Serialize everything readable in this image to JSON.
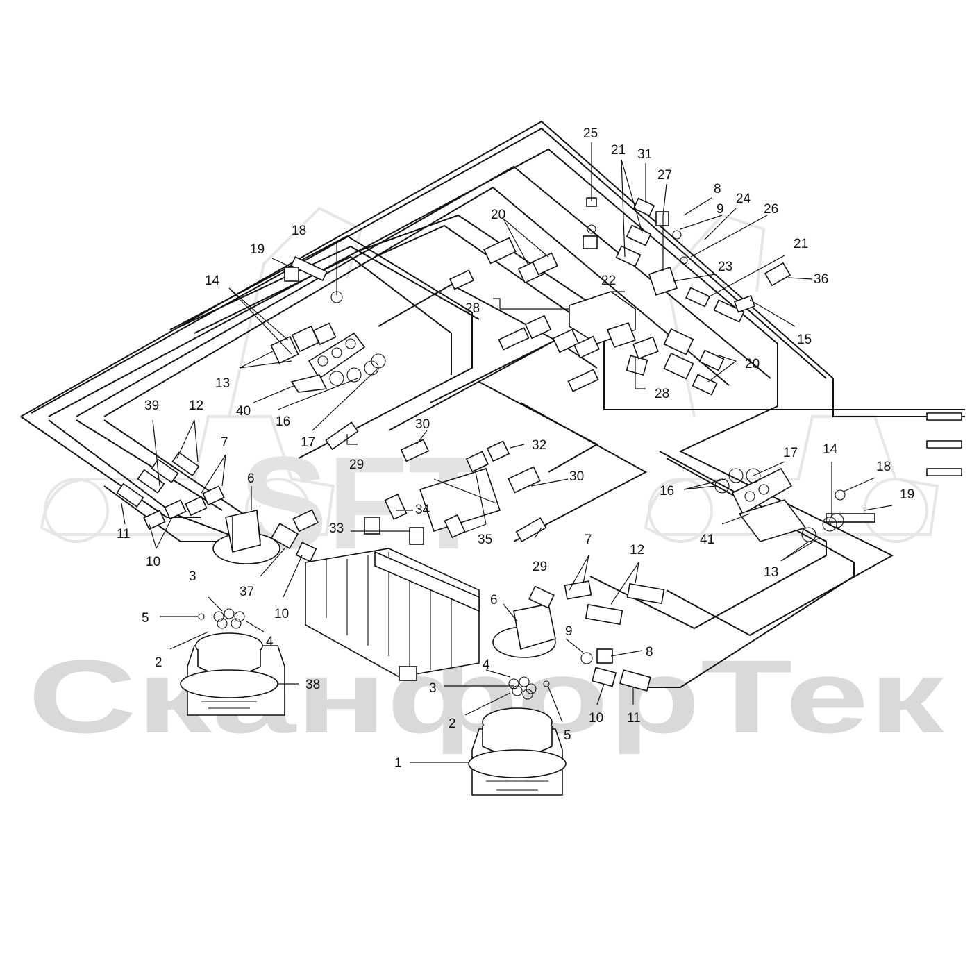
{
  "watermark": {
    "logo": "SFT",
    "text": "СканфорТек"
  },
  "callouts": [
    {
      "id": "c25",
      "label": "25"
    },
    {
      "id": "c21a",
      "label": "21"
    },
    {
      "id": "c31",
      "label": "31"
    },
    {
      "id": "c27",
      "label": "27"
    },
    {
      "id": "c8a",
      "label": "8"
    },
    {
      "id": "c9a",
      "label": "9"
    },
    {
      "id": "c24",
      "label": "24"
    },
    {
      "id": "c26",
      "label": "26"
    },
    {
      "id": "c21b",
      "label": "21"
    },
    {
      "id": "c23",
      "label": "23"
    },
    {
      "id": "c36",
      "label": "36"
    },
    {
      "id": "c22",
      "label": "22"
    },
    {
      "id": "c15",
      "label": "15"
    },
    {
      "id": "c20a",
      "label": "20"
    },
    {
      "id": "c20b",
      "label": "20"
    },
    {
      "id": "c28a",
      "label": "28"
    },
    {
      "id": "c28b",
      "label": "28"
    },
    {
      "id": "c18a",
      "label": "18"
    },
    {
      "id": "c19a",
      "label": "19"
    },
    {
      "id": "c14a",
      "label": "14"
    },
    {
      "id": "c13a",
      "label": "13"
    },
    {
      "id": "c40",
      "label": "40"
    },
    {
      "id": "c16a",
      "label": "16"
    },
    {
      "id": "c17a",
      "label": "17"
    },
    {
      "id": "c39",
      "label": "39"
    },
    {
      "id": "c12a",
      "label": "12"
    },
    {
      "id": "c7a",
      "label": "7"
    },
    {
      "id": "c6a",
      "label": "6"
    },
    {
      "id": "c11a",
      "label": "11"
    },
    {
      "id": "c10a",
      "label": "10"
    },
    {
      "id": "c30a",
      "label": "30"
    },
    {
      "id": "c32",
      "label": "32"
    },
    {
      "id": "c29a",
      "label": "29"
    },
    {
      "id": "c30b",
      "label": "30"
    },
    {
      "id": "c34",
      "label": "34"
    },
    {
      "id": "c33",
      "label": "33"
    },
    {
      "id": "c35",
      "label": "35"
    },
    {
      "id": "c29b",
      "label": "29"
    },
    {
      "id": "c37",
      "label": "37"
    },
    {
      "id": "c10b",
      "label": "10"
    },
    {
      "id": "c3a",
      "label": "3"
    },
    {
      "id": "c5a",
      "label": "5"
    },
    {
      "id": "c4a",
      "label": "4"
    },
    {
      "id": "c2a",
      "label": "2"
    },
    {
      "id": "c38",
      "label": "38"
    },
    {
      "id": "c17b",
      "label": "17"
    },
    {
      "id": "c14b",
      "label": "14"
    },
    {
      "id": "c18b",
      "label": "18"
    },
    {
      "id": "c16b",
      "label": "16"
    },
    {
      "id": "c19b",
      "label": "19"
    },
    {
      "id": "c41",
      "label": "41"
    },
    {
      "id": "c13b",
      "label": "13"
    },
    {
      "id": "c7b",
      "label": "7"
    },
    {
      "id": "c12b",
      "label": "12"
    },
    {
      "id": "c6b",
      "label": "6"
    },
    {
      "id": "c9b",
      "label": "9"
    },
    {
      "id": "c8b",
      "label": "8"
    },
    {
      "id": "c4b",
      "label": "4"
    },
    {
      "id": "c3b",
      "label": "3"
    },
    {
      "id": "c2b",
      "label": "2"
    },
    {
      "id": "c5b",
      "label": "5"
    },
    {
      "id": "c10c",
      "label": "10"
    },
    {
      "id": "c11b",
      "label": "11"
    },
    {
      "id": "c1",
      "label": "1"
    }
  ]
}
